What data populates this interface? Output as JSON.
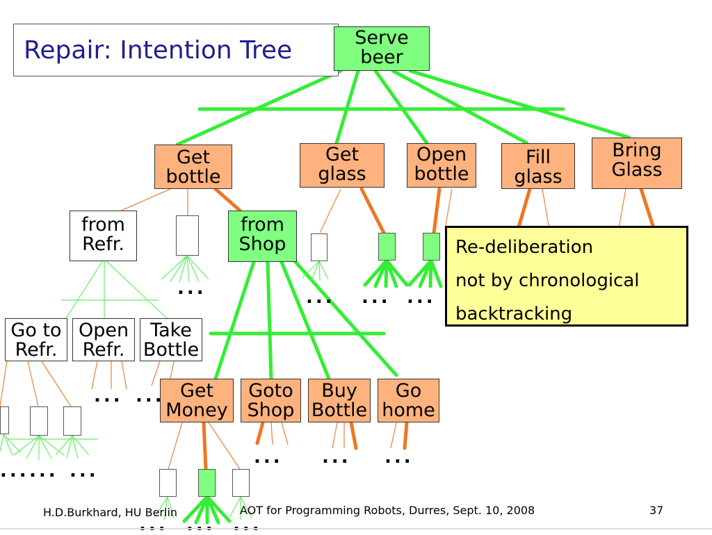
{
  "slide_title": "Repair: Intention Tree",
  "nodes": {
    "serve_beer": [
      "Serve",
      "beer"
    ],
    "get_bottle": [
      "Get",
      "bottle"
    ],
    "get_glass": [
      "Get",
      "glass"
    ],
    "open_bottle": [
      "Open",
      "bottle"
    ],
    "fill_glass": [
      "Fill",
      "glass"
    ],
    "bring_glass": [
      "Bring",
      "Glass"
    ],
    "from_refr": [
      "from",
      "Refr."
    ],
    "from_shop": [
      "from",
      "Shop"
    ],
    "go_to_refr": [
      "Go to",
      "Refr."
    ],
    "open_refr": [
      "Open",
      "Refr."
    ],
    "take_bottle": [
      "Take",
      "Bottle"
    ],
    "get_money": [
      "Get",
      "Money"
    ],
    "goto_shop": [
      "Goto",
      "Shop"
    ],
    "buy_bottle": [
      "Buy",
      "Bottle"
    ],
    "go_home": [
      "Go",
      "home"
    ]
  },
  "ellipsis": "...",
  "note_lines": [
    "Re-deliberation",
    "not by chronological",
    "backtracking"
  ],
  "footer": {
    "author": "H.D.Burkhard, HU Berlin",
    "event": "AOT for Programming Robots, Durres, Sept. 10, 2008",
    "page": "37"
  },
  "colors": {
    "tree_green": "#33ee33",
    "tree_orange": "#ee7722",
    "node_orange": "#ffb27e",
    "node_green": "#80ff80",
    "note_yellow": "#ffff99",
    "title_blue": "#1f1f8f"
  }
}
